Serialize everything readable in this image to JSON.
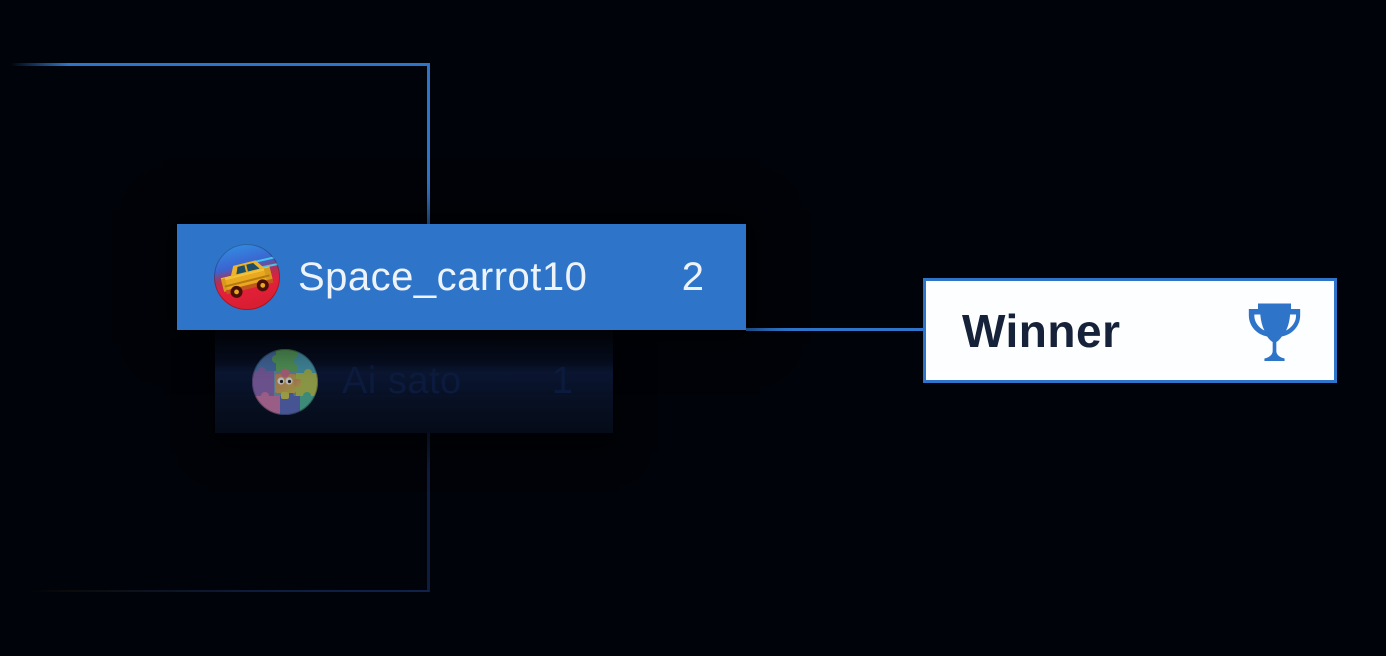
{
  "page": {
    "background_color": "#000309",
    "accent_color": "#2e75c9"
  },
  "bracket": {
    "connectors": {
      "active_color": "#2e75c9",
      "dim_color": "#0e1d3f"
    },
    "match": {
      "players": [
        {
          "name": "Space_carrot10",
          "score": "2",
          "state": "winner",
          "avatar": "car-avatar",
          "row_color": "#2e75c9",
          "text_color": "#eef3fa"
        },
        {
          "name": "Ai sato",
          "score": "1",
          "state": "eliminated",
          "avatar": "puzzle-avatar",
          "row_color": "#071022",
          "text_color": "#0d1c3e"
        }
      ]
    },
    "winner_label": {
      "text": "Winner",
      "icon": "trophy-icon",
      "background": "#fdfeff",
      "border_color": "#2e75c9",
      "text_color": "#16213a",
      "icon_color": "#2e74c9"
    }
  }
}
